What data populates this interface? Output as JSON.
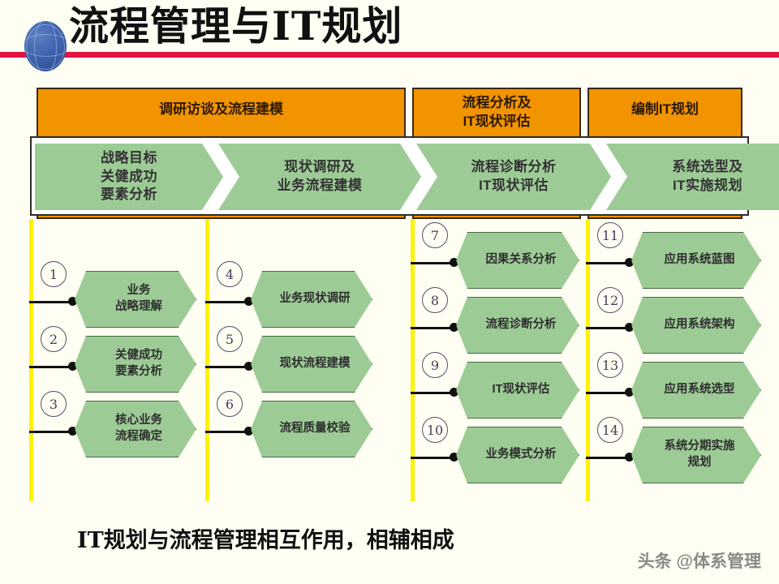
{
  "header": {
    "title": "流程管理与IT规划",
    "globe_icon": "globe-icon"
  },
  "phases": [
    {
      "label": "调研访谈及流程建模"
    },
    {
      "label": "流程分析及\nIT现状评估"
    },
    {
      "label": "编制IT规划"
    }
  ],
  "chevrons": [
    {
      "label": "战略目标\n关健成功\n要素分析"
    },
    {
      "label": "现状调研及\n业务流程建模"
    },
    {
      "label": "流程诊断分析\nIT现状评估"
    },
    {
      "label": "系统选型及\nIT实施规划"
    }
  ],
  "columns": [
    {
      "name": "column-1",
      "items": [
        {
          "num": "1",
          "label": "业务\n战略理解"
        },
        {
          "num": "2",
          "label": "关健成功\n要素分析"
        },
        {
          "num": "3",
          "label": "核心业务\n流程确定"
        }
      ]
    },
    {
      "name": "column-2",
      "items": [
        {
          "num": "4",
          "label": "业务现状调研"
        },
        {
          "num": "5",
          "label": "现状流程建模"
        },
        {
          "num": "6",
          "label": "流程质量校验"
        }
      ]
    },
    {
      "name": "column-3",
      "items": [
        {
          "num": "7",
          "label": "因果关系分析"
        },
        {
          "num": "8",
          "label": "流程诊断分析"
        },
        {
          "num": "9",
          "label": "IT现状评估"
        },
        {
          "num": "10",
          "label": "业务模式分析"
        }
      ]
    },
    {
      "name": "column-4",
      "items": [
        {
          "num": "11",
          "label": "应用系统蓝图"
        },
        {
          "num": "12",
          "label": "应用系统架构"
        },
        {
          "num": "13",
          "label": "应用系统选型"
        },
        {
          "num": "14",
          "label": "系统分期实施\n规划"
        }
      ]
    }
  ],
  "footer": {
    "caption": "IT规划与流程管理相互作用，相辅相成",
    "watermark": "头条 @体系管理"
  },
  "colors": {
    "orange": "#F29400",
    "green": "#9DCB96",
    "yellow": "#FFF200",
    "red_rule": "#E2133F",
    "background": "#FFFEF2"
  }
}
